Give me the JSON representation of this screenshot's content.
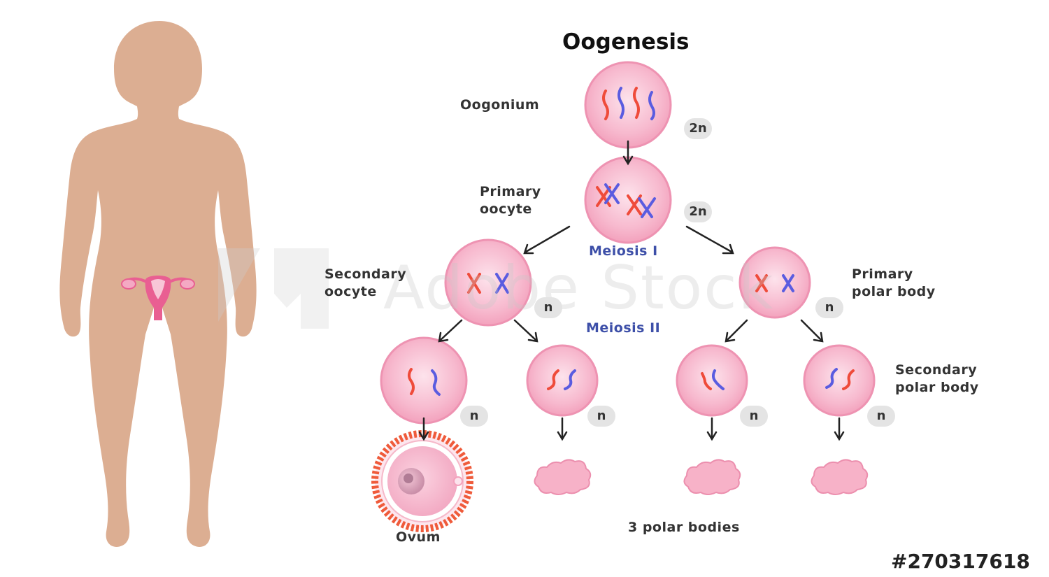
{
  "title": "Oogenesis",
  "stages": {
    "oogonium": "Oogonium",
    "primary_oocyte_line1": "Primary",
    "primary_oocyte_line2": "oocyte",
    "secondary_oocyte_line1": "Secondary",
    "secondary_oocyte_line2": "oocyte",
    "primary_polar_body_line1": "Primary",
    "primary_polar_body_line2": "polar body",
    "secondary_polar_body_line1": "Secondary",
    "secondary_polar_body_line2": "polar body",
    "ovum": "Ovum",
    "polar_bodies": "3 polar bodies"
  },
  "divisions": {
    "meiosis_1": "Meiosis I",
    "meiosis_2": "Meiosis II"
  },
  "ploidy": {
    "oogonium": "2n",
    "primary_oocyte": "2n",
    "secondary_oocyte": "n",
    "primary_polar_body": "n",
    "daughter_1": "n",
    "daughter_2": "n",
    "daughter_3": "n",
    "daughter_4": "n"
  },
  "watermark": "Adobe Stock",
  "stock_id": "#270317618",
  "colors": {
    "skin": "#dcae92",
    "cell_fill": "#f7b2c8",
    "cell_edge": "#ec8fae",
    "chromosome_red": "#ef4b3a",
    "chromosome_blue": "#5a5ce0",
    "ovum_corona": "#ef5b3b",
    "label_blue": "#3d4fa8",
    "uterus": "#e95f92"
  }
}
